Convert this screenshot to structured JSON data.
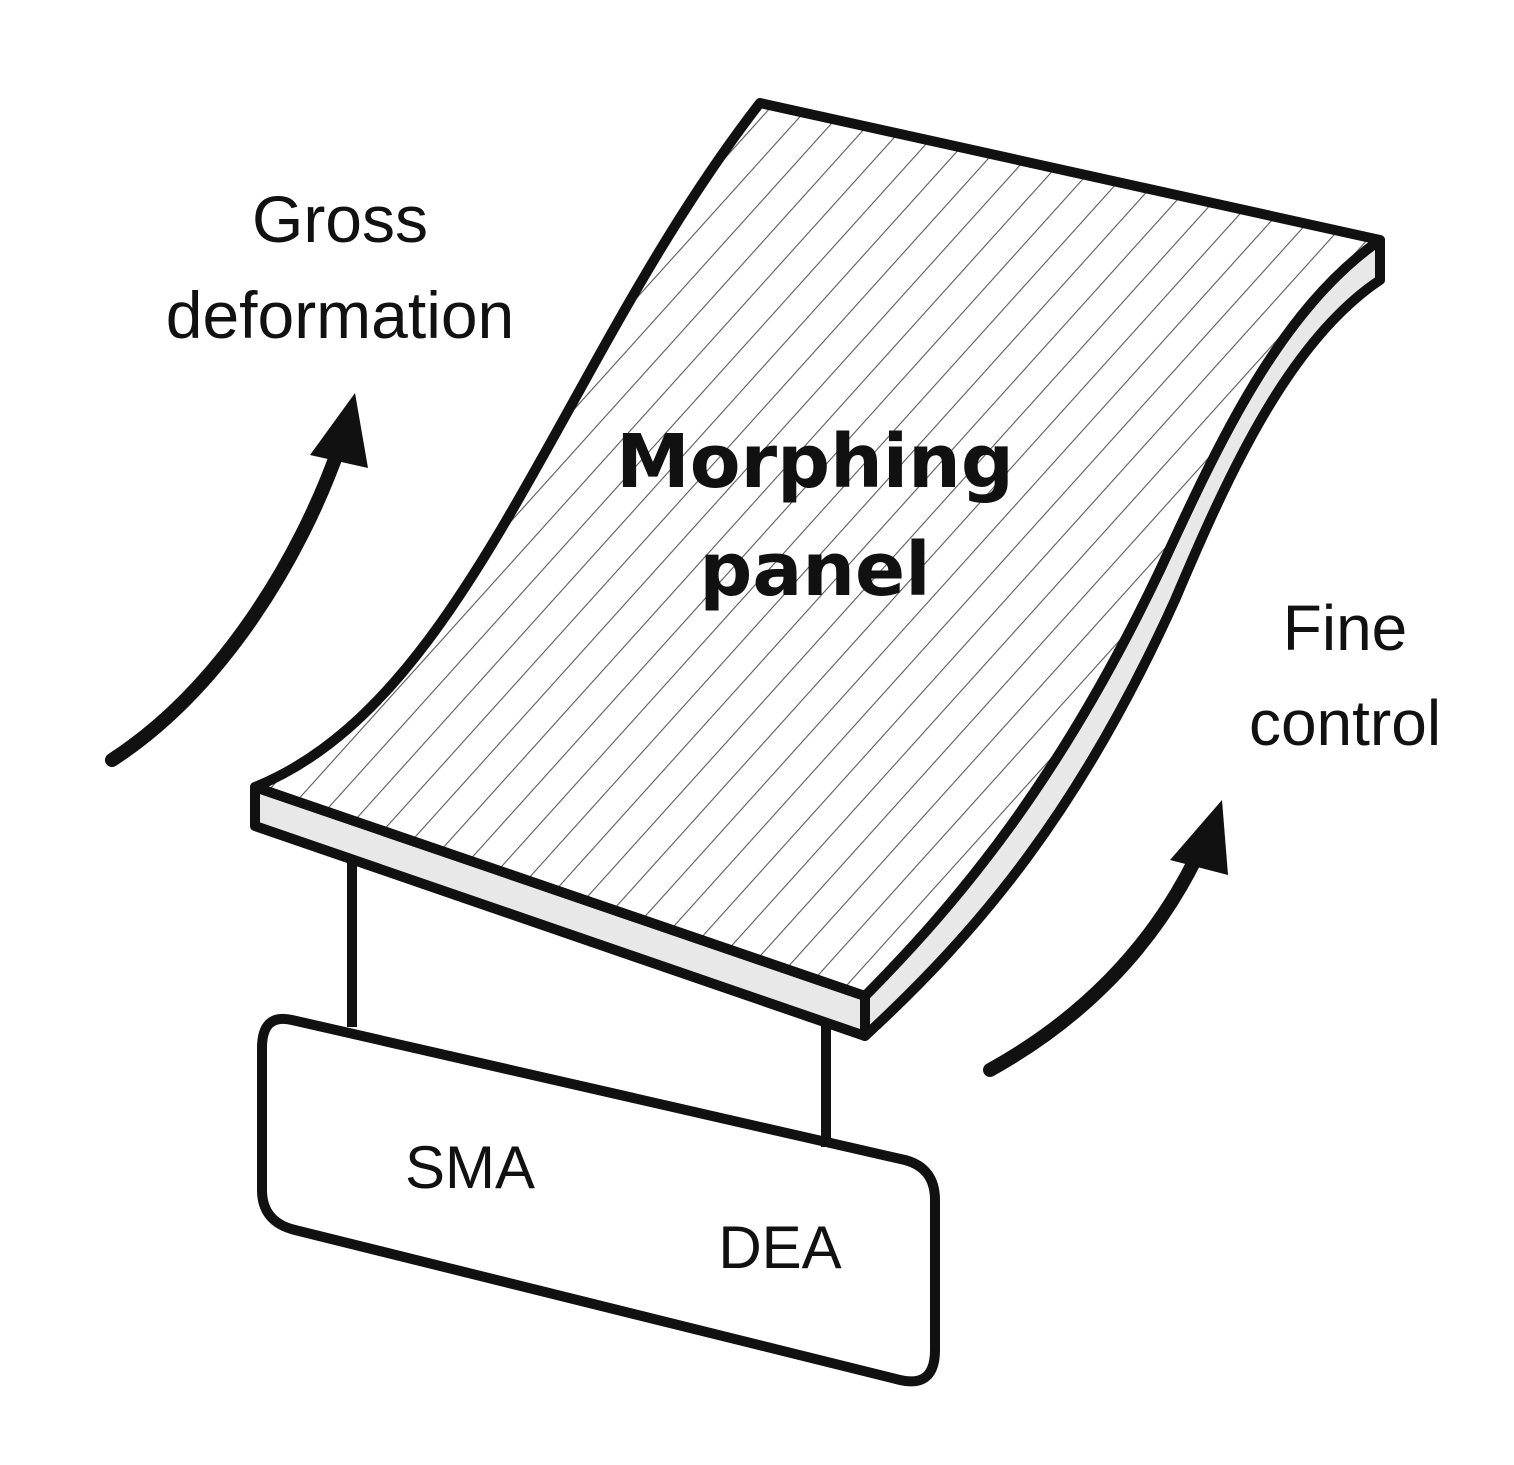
{
  "diagram": {
    "labels": {
      "gross_line1": "Gross",
      "gross_line2": "deformation",
      "panel_line1": "Morphing",
      "panel_line2": "panel",
      "fine_line1": "Fine",
      "fine_line2": "control",
      "sma": "SMA",
      "dea": "DEA"
    },
    "colors": {
      "stroke": "#111111",
      "background": "#ffffff",
      "hatch": "#555555",
      "panel_edge": "#e8e8e8"
    }
  }
}
